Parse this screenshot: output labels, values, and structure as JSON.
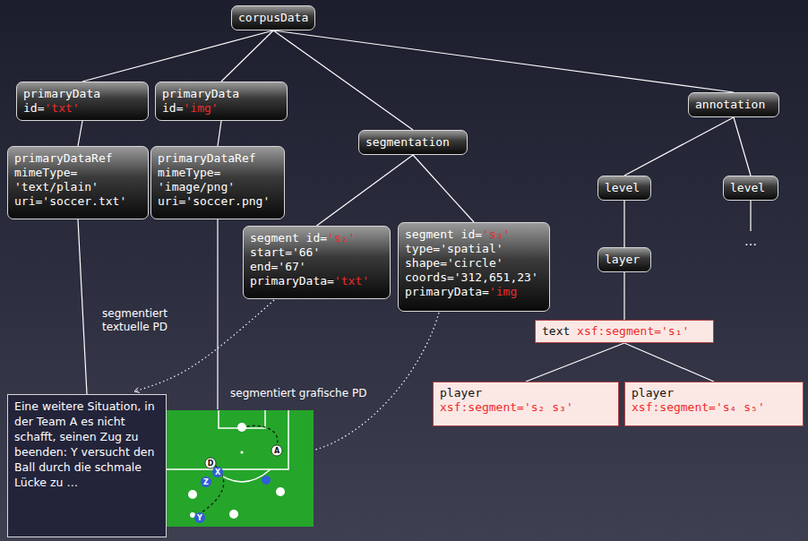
{
  "diagram": {
    "nodes": [
      {
        "text": [
          "corpusData"
        ]
      },
      {
        "text": [
          "primaryData",
          "id='txt'"
        ]
      },
      {
        "text": [
          "primaryDataRef",
          "mimeType=",
          "'text/plain'",
          "uri='soccer.txt'"
        ]
      },
      {
        "text": [
          "primaryData",
          "id='img'"
        ]
      },
      {
        "text": [
          "primaryDataRef",
          "mimeType=",
          "'image/png'",
          "uri='soccer.png'"
        ]
      },
      {
        "text": [
          "segmentation"
        ]
      },
      {
        "text": [
          "segment id='s₂'",
          "start='66'",
          "end='67'",
          "primaryData='txt'"
        ]
      },
      {
        "text": [
          "segment id='s₃'",
          "type='spatial'",
          "shape='circle'",
          "coords='312,651,23'",
          "primaryData='img"
        ]
      },
      {
        "text": [
          "annotation"
        ]
      },
      {
        "text": [
          "level"
        ]
      },
      {
        "text": [
          "level"
        ]
      },
      {
        "text": [
          "layer"
        ]
      },
      {
        "text": [
          "text",
          "xsf:segment='s₁'"
        ]
      },
      {
        "text": [
          "player",
          "xsf:segment='s₂ s₃'"
        ]
      },
      {
        "text": [
          "player",
          "xsf:segment='s₄ s₅'"
        ]
      },
      {
        "text": [
          "Eine weitere Situation, in der Team A es nicht schafft, seinen Zug zu beenden: Y versucht den Ball durch die schmale Lücke zu …"
        ]
      }
    ],
    "edges": [
      {
        "from": 0,
        "to": 1,
        "arrow": "none"
      },
      {
        "from": 0,
        "to": 3,
        "arrow": "none"
      },
      {
        "from": 0,
        "to": 5,
        "arrow": "none"
      },
      {
        "from": 0,
        "to": 8,
        "arrow": "none"
      },
      {
        "from": 1,
        "to": 2,
        "arrow": "none"
      },
      {
        "from": 3,
        "to": 4,
        "arrow": "none"
      },
      {
        "from": 5,
        "to": 6,
        "arrow": "none"
      },
      {
        "from": 5,
        "to": 7,
        "arrow": "none"
      },
      {
        "from": 8,
        "to": 9,
        "arrow": "none"
      },
      {
        "from": 8,
        "to": 10,
        "arrow": "none"
      },
      {
        "from": 9,
        "to": 11,
        "arrow": "none"
      },
      {
        "from": 11,
        "to": 12,
        "arrow": "none"
      },
      {
        "from": 12,
        "to": 13,
        "arrow": "none"
      },
      {
        "from": 12,
        "to": 14,
        "arrow": "none"
      },
      {
        "from": 2,
        "to": 15,
        "arrow": "none"
      },
      {
        "from": 6,
        "to": 15,
        "arrow": "to"
      }
    ],
    "labels": [
      "segmentiert textuelle PD",
      "segmentiert grafische PD",
      "…",
      "A",
      "D",
      "X",
      "Z",
      "Y"
    ]
  }
}
